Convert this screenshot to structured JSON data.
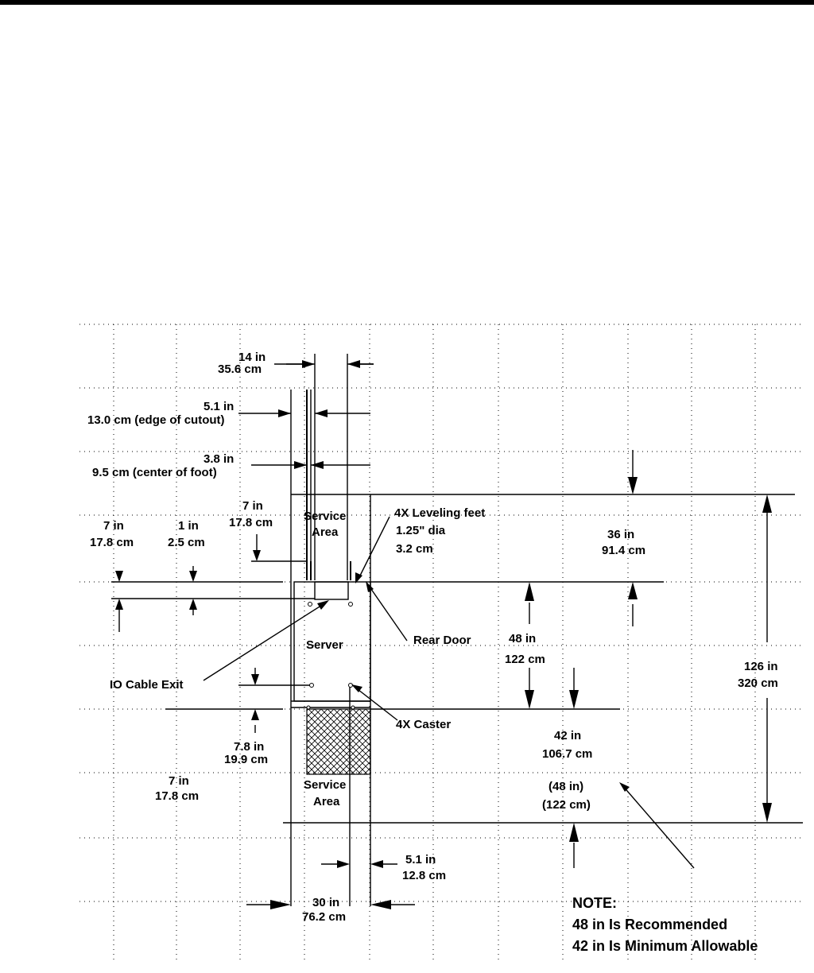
{
  "labels": {
    "d14_in": "14 in",
    "d14_cm": "35.6 cm",
    "d51_in": "5.1 in",
    "d51_cm": "13.0 cm (edge of cutout)",
    "d38_in": "3.8 in",
    "d38_cm": "9.5 cm (center of foot)",
    "d7a_in": "7 in",
    "d7a_cm": "17.8 cm",
    "d7b_in": "7 in",
    "d7b_cm": "17.8 cm",
    "d1_in": "1 in",
    "d1_cm": "2.5 cm",
    "service_top_1": "Service",
    "service_top_2": "Area",
    "leveling_1": "4X Leveling feet",
    "leveling_2": "1.25\" dia",
    "leveling_3": "3.2 cm",
    "d36_in": "36 in",
    "d36_cm": "91.4 cm",
    "server": "Server",
    "rear_door": "Rear Door",
    "d48_in": "48 in",
    "d48_cm": "122 cm",
    "d126_in": "126 in",
    "d126_cm": "320 cm",
    "io_cable": "IO Cable Exit",
    "caster": "4X Caster",
    "d78_in": "7.8 in",
    "d78_cm": "19.9 cm",
    "d42_in": "42 in",
    "d42_cm": "106.7 cm",
    "d7c_in": "7 in",
    "d7c_cm": "17.8 cm",
    "service_bot_1": "Service",
    "service_bot_2": "Area",
    "d48p_in": "(48 in)",
    "d48p_cm": "(122 cm)",
    "d51b_in": "5.1 in",
    "d51b_cm": "12.8 cm",
    "d30_in": "30 in",
    "d30_cm": "76.2 cm",
    "note_title": "NOTE:",
    "note_line1": "48 in Is Recommended",
    "note_line2": "42 in Is Minimum Allowable"
  }
}
